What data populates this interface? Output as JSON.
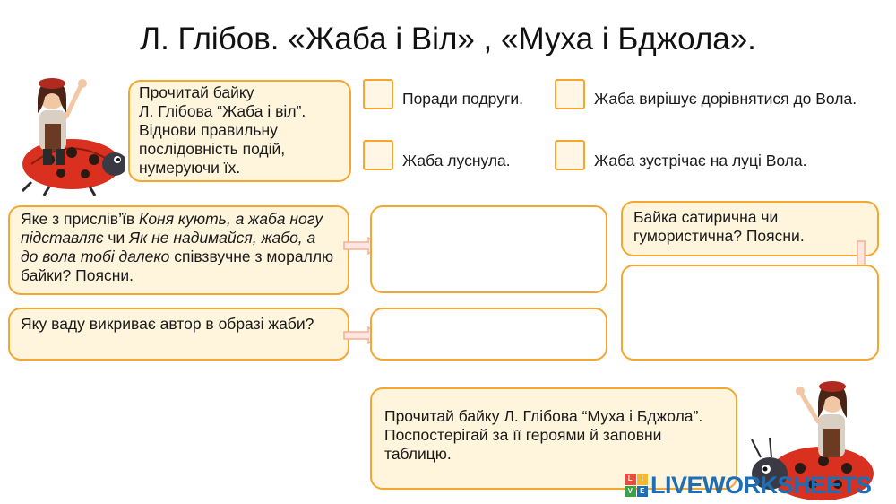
{
  "title": "Л. Глібов. «Жаба і Віл» , «Муха і Бджола».",
  "bubbles": {
    "intro": "Прочитай байку\nЛ. Глібова “Жаба і віл”.\nВіднови правильну\nпослідовність подій,\nнумеруючи їх.",
    "proverb_before": "Яке з прислів’їв ",
    "proverb_italic1": "Коня кують, а жаба ногу підставляє",
    "proverb_mid": " чи ",
    "proverb_italic2": "Як не надимайся, жабо, а до вола тобі далеко",
    "proverb_after": " співзвучне з мораллю байки? Поясни.",
    "vice": "Яку ваду викриває автор в образі жаби?",
    "satire": "Байка сатирична чи гумористична? Поясни.",
    "fly_bee": "Прочитай байку Л. Глібова “Муха і Бджола”. Поспостерігай за її героями й заповни таблицю."
  },
  "sequence_options": [
    "Поради подруги.",
    "Жаба вирішує дорівнятися до Вола.",
    "Жаба луснула.",
    "Жаба зустрічає на луці Вола."
  ],
  "logo": {
    "text": "LIVEWORKSHEETS",
    "mark": [
      "L",
      "I",
      "V",
      "E"
    ]
  },
  "colors": {
    "accent": "#f4a72e",
    "bubble_fill": "#fff4dc",
    "logo_blue": "#1c6fb7"
  }
}
